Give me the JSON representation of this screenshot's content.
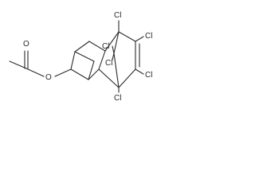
{
  "molecule": {
    "atoms": {
      "oxygen_carbonyl": "O",
      "oxygen_ester": "O",
      "chlorine_top": "Cl",
      "chlorine_alkene_upper": "Cl",
      "chlorine_bridge_a": "Cl",
      "chlorine_bridge_b": "Cl",
      "chlorine_alkene_lower": "Cl",
      "chlorine_bottom": "Cl"
    }
  }
}
